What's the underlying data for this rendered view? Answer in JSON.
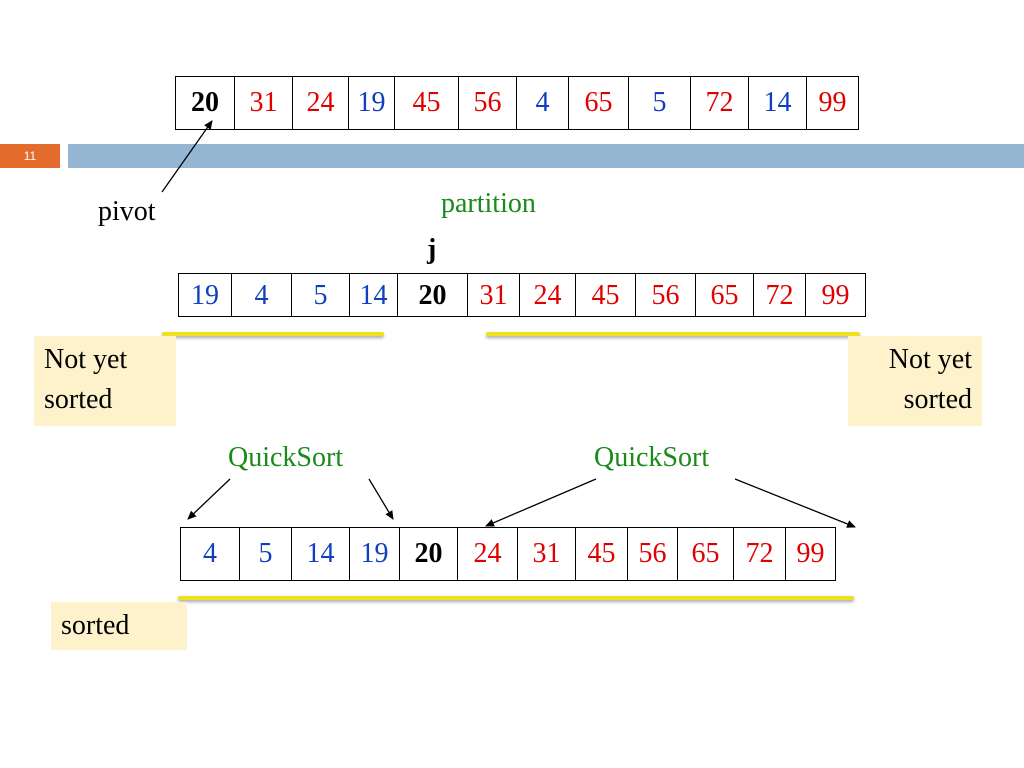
{
  "slide": {
    "number": "11"
  },
  "row1": {
    "cells": [
      {
        "v": "20",
        "c": "black"
      },
      {
        "v": "31",
        "c": "red"
      },
      {
        "v": "24",
        "c": "red"
      },
      {
        "v": "19",
        "c": "blue"
      },
      {
        "v": "45",
        "c": "red"
      },
      {
        "v": "56",
        "c": "red"
      },
      {
        "v": "4",
        "c": "blue"
      },
      {
        "v": "65",
        "c": "red"
      },
      {
        "v": "5",
        "c": "blue"
      },
      {
        "v": "72",
        "c": "red"
      },
      {
        "v": "14",
        "c": "blue"
      },
      {
        "v": "99",
        "c": "red"
      }
    ]
  },
  "labels": {
    "pivot": "pivot",
    "partition": "partition",
    "j": "j",
    "quicksort_left": "QuickSort",
    "quicksort_right": "QuickSort"
  },
  "row2": {
    "cells": [
      {
        "v": "19",
        "c": "blue"
      },
      {
        "v": "4",
        "c": "blue"
      },
      {
        "v": "5",
        "c": "blue"
      },
      {
        "v": "14",
        "c": "blue"
      },
      {
        "v": "20",
        "c": "black"
      },
      {
        "v": "31",
        "c": "red"
      },
      {
        "v": "24",
        "c": "red"
      },
      {
        "v": "45",
        "c": "red"
      },
      {
        "v": "56",
        "c": "red"
      },
      {
        "v": "65",
        "c": "red"
      },
      {
        "v": "72",
        "c": "red"
      },
      {
        "v": "99",
        "c": "red"
      }
    ]
  },
  "notes": {
    "left": [
      "Not yet",
      "sorted"
    ],
    "right": [
      "Not yet",
      "sorted"
    ],
    "bottom": "sorted"
  },
  "row3": {
    "cells": [
      {
        "v": "4",
        "c": "blue"
      },
      {
        "v": "5",
        "c": "blue"
      },
      {
        "v": "14",
        "c": "blue"
      },
      {
        "v": "19",
        "c": "blue"
      },
      {
        "v": "20",
        "c": "black"
      },
      {
        "v": "24",
        "c": "red"
      },
      {
        "v": "31",
        "c": "red"
      },
      {
        "v": "45",
        "c": "red"
      },
      {
        "v": "56",
        "c": "red"
      },
      {
        "v": "65",
        "c": "red"
      },
      {
        "v": "72",
        "c": "red"
      },
      {
        "v": "99",
        "c": "red"
      }
    ]
  },
  "colors": {
    "red": "#e00000",
    "blue": "#1040c0",
    "black": "#000000",
    "green": "#1a8a1a",
    "header_bar": "#94b6d2",
    "slide_num_bg": "#e36c2d",
    "note_bg": "#fdf2cc",
    "underline": "#f0e020"
  }
}
